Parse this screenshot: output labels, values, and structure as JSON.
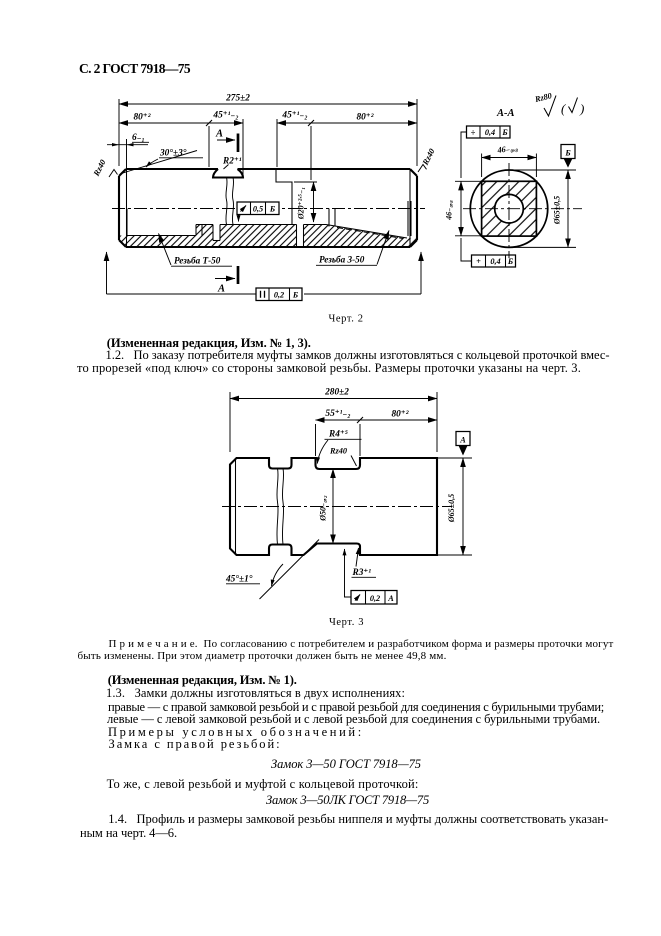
{
  "page": {
    "header": "С. 2 ГОСТ 7918—75"
  },
  "fig2": {
    "caption": "Черт. 2",
    "dim_total": "275±2",
    "dim_80_left": "80⁺²",
    "dim_45_left": "45⁺¹₋₂",
    "dim_45_right": "45⁺¹₋₂",
    "dim_80_right": "80⁺²",
    "dim_6": "6₋₁",
    "angle_30": "30°±3°",
    "radius_r2": "R2⁺¹",
    "rz40_left": "Rz40",
    "rz40_right": "Rz40",
    "bore_dia": "Ø20⁺²·⁵₋₁",
    "section_mark_top": "А",
    "section_mark_bottom": "А",
    "thread_left": "Резьба Т-50",
    "thread_right": "Резьба 3-50",
    "frame_runout": {
      "symbol": "runout-arrow",
      "value": "0,5",
      "datum": "Б"
    },
    "frame_parallel": {
      "symbol": "parallelism",
      "value": "0,2",
      "datum": "Б"
    }
  },
  "sectionAA": {
    "title": "А-А",
    "surface_finish": "Rz80",
    "flats_width_top": "46₋₀,₈",
    "flats_width_left": "46₋₀,₈",
    "outer_dia": "Ø65±0,5",
    "datum_label": "Б",
    "frame_symmetry": {
      "symbol": "÷",
      "value": "0,4",
      "datum": "Б"
    },
    "frame_intersection": {
      "symbol": "+",
      "value": "0,4",
      "datum": "Б"
    }
  },
  "fig3": {
    "caption": "Черт. 3",
    "dim_total": "280±2",
    "dim_55": "55⁺¹₋₂",
    "dim_80": "80⁺²",
    "radius_r4": "R4⁺⁵",
    "surface_rz40": "Rz40",
    "radius_r3": "R3⁺¹",
    "angle_45": "45°±1°",
    "groove_dia": "Ø50₋₀,₂",
    "outer_dia": "Ø65±0,5",
    "datum_label": "А",
    "frame_runout": {
      "symbol": "runout-arrow",
      "value": "0,2",
      "datum": "А"
    }
  },
  "text": {
    "amend_1": "(Измененная редакция, Изм. № 1, 3).",
    "p12_l1": "1.2.   По заказу потребителя муфты замков должны изготовляться с кольцевой проточкой вмес-",
    "p12_l2": "то прорезей «под ключ» со стороны замковой резьбы. Размеры проточки указаны на черт. 3.",
    "note_l1": "П р и м е ч а н и е.  По согласованию с потребителем и разработчиком форма и размеры проточки могут",
    "note_l2": "быть изменены. При этом диаметр проточки должен быть не менее 49,8 мм.",
    "amend_2": "(Измененная редакция, Изм. № 1).",
    "p13_l1": "1.3.   Замки должны изготовляться в двух исполнениях:",
    "p13_l2": "правые — с правой замковой резьбой и с правой резьбой для соединения с бурильными трубами;",
    "p13_l3": "левые — с левой замковой резьбой и с левой резьбой для соединения с бурильными трубами.",
    "p13_l4": "П р и м е р ы   у с л о в н ы х   о б о з н а ч е н и й :",
    "p13_l5": "Замка с правой резьбой:",
    "desig_1": "Замок 3—50 ГОСТ 7918—75",
    "p13_l6": "То же, с левой резьбой и муфтой с кольцевой проточкой:",
    "desig_2": "Замок 3—50ЛК ГОСТ 7918—75",
    "p14_l1": "1.4.   Профиль и размеры замковой резьбы ниппеля и муфты должны соответствовать указан-",
    "p14_l2": "ным на черт. 4—6."
  }
}
